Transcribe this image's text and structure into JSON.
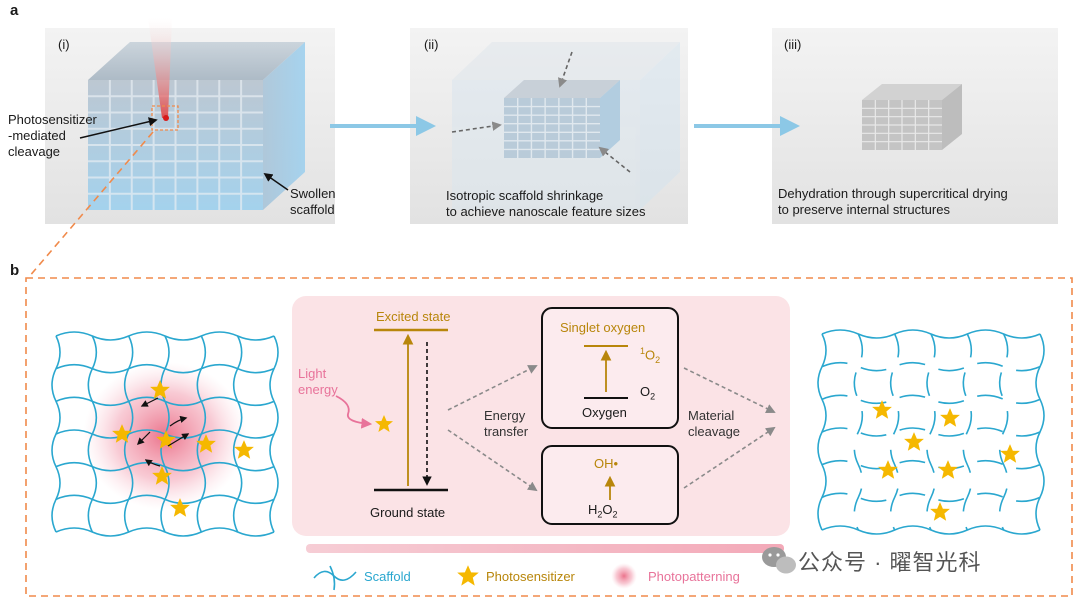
{
  "panel_a": {
    "letter": "a",
    "stages": [
      {
        "label": "(i)"
      },
      {
        "label": "(ii)"
      },
      {
        "label": "(iii)"
      }
    ],
    "photosensitizer_label": [
      "Photosensitizer",
      "-mediated",
      "cleavage"
    ],
    "swollen_label": [
      "Swollen",
      "scaffold"
    ],
    "shrink_caption": [
      "Isotropic scaffold shrinkage",
      "to achieve nanoscale feature sizes"
    ],
    "dry_caption": [
      "Dehydration through supercritical drying",
      "to preserve internal structures"
    ]
  },
  "panel_b": {
    "letter": "b",
    "excited_state": "Excited state",
    "ground_state": "Ground state",
    "light_energy": [
      "Light",
      "energy"
    ],
    "energy_transfer": [
      "Energy",
      "transfer"
    ],
    "material_cleavage": [
      "Material",
      "cleavage"
    ],
    "singlet_oxygen": "Singlet oxygen",
    "singlet_symbol_sup": "1",
    "singlet_symbol": "O",
    "singlet_symbol_sub": "2",
    "oxygen": "Oxygen",
    "o2_symbol": "O",
    "o2_sub": "2",
    "oh_radical": "OH•",
    "h2o2_h": "H",
    "h2o2_sub1": "2",
    "h2o2_o": "O",
    "h2o2_sub2": "2"
  },
  "legend": {
    "scaffold": "Scaffold",
    "photosensitizer": "Photosensitizer",
    "photopatterning": "Photopatterning"
  },
  "watermark": "公众号 · 曜智光科",
  "colors": {
    "scaffold": "#2aa7cf",
    "star": "#f5b800",
    "gold_text": "#b8860b",
    "pink": "#e8739a",
    "dashed_border": "#f08a4b",
    "arrow_blue": "#8cc8e6",
    "panel_bg": "#fbe3e6"
  }
}
